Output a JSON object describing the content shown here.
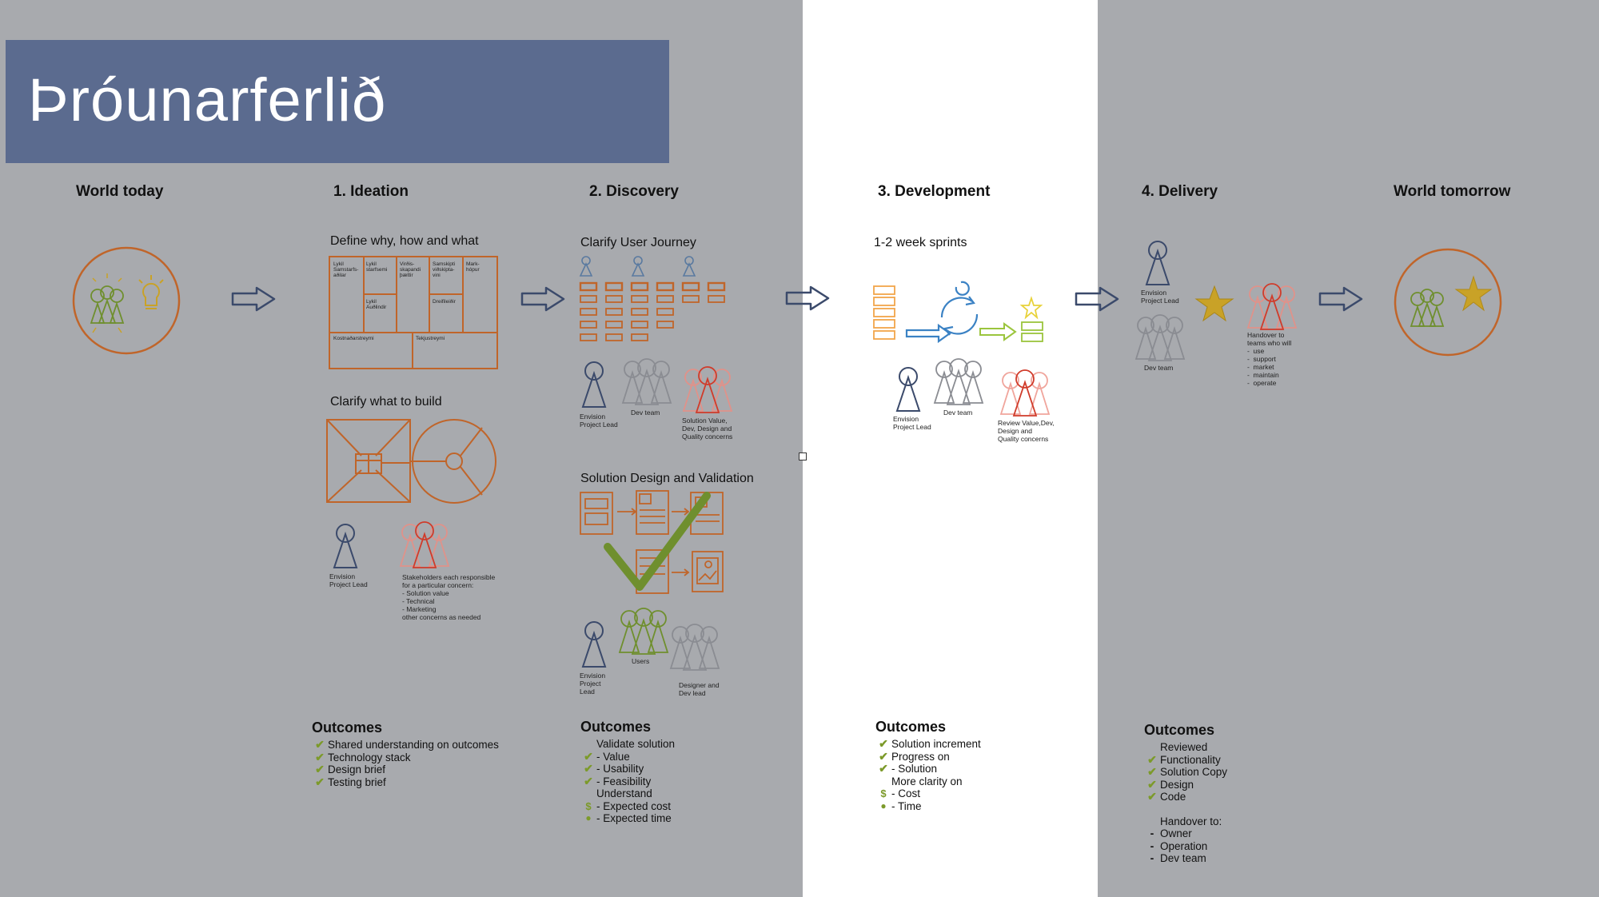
{
  "title": "Þróunarferlið",
  "stages": {
    "world_today": "World today",
    "ideation": "1. Ideation",
    "discovery": "2. Discovery",
    "development": "3. Development",
    "delivery": "4. Delivery",
    "world_tomorrow": "World tomorrow"
  },
  "ideation": {
    "define_title": "Define why, how and what",
    "canvas_cells": {
      "c1": "Lykil\nSamstarfs-\naðilar",
      "c2": "Lykil\nstarfsemi",
      "c3": "Virðis-\nskapandi\nþættir",
      "c4": "Samskipti\nviðskipta-\nvini",
      "c5": "Mark-\nhópur",
      "c6": "Lykil\nAuðlindir",
      "c7": "Dreifileiðir",
      "c8": "Kostnaðarstreymi",
      "c9": "Tekjustreymi"
    },
    "clarify_title": "Clarify what to build",
    "lead_label": "Envision\nProject Lead",
    "stakeholders_label": "Stakeholders each responsible\nfor a particular concern:\n- Solution value\n- Technical\n- Marketing\nother concerns as needed"
  },
  "discovery": {
    "journey_title": "Clarify User Journey",
    "lead_label": "Envision\nProject Lead",
    "dev_team_label": "Dev team",
    "solution_value_label": "Solution Value,\nDev, Design and\nQuality concerns",
    "design_title": "Solution Design and Validation",
    "lead_label2": "Envision\nProject\nLead",
    "users_label": "Users",
    "designer_label": "Designer and\nDev lead"
  },
  "development": {
    "sprints_title": "1-2 week sprints",
    "lead_label": "Envision\nProject Lead",
    "dev_team_label": "Dev team",
    "review_label": "Review Value,Dev,\nDesign and\nQuality concerns"
  },
  "delivery": {
    "lead_label": "Envision\nProject Lead",
    "dev_team_label": "Dev team",
    "handover_label": "Handover to\nteams who will\n-  use\n-  support\n-  market\n-  maintain\n-  operate"
  },
  "outcomes": {
    "ideation": {
      "title": "Outcomes",
      "items": [
        {
          "mark": "check",
          "text": "Shared understanding on outcomes"
        },
        {
          "mark": "check",
          "text": "Technology stack"
        },
        {
          "mark": "check",
          "text": "Design brief"
        },
        {
          "mark": "check",
          "text": "Testing brief"
        }
      ]
    },
    "discovery": {
      "title": "Outcomes",
      "items": [
        {
          "mark": "none",
          "text": "Validate solution"
        },
        {
          "mark": "check",
          "text": "- Value"
        },
        {
          "mark": "check",
          "text": "- Usability"
        },
        {
          "mark": "check",
          "text": "- Feasibility"
        },
        {
          "mark": "none",
          "text": "Understand"
        },
        {
          "mark": "dollar",
          "text": "- Expected cost"
        },
        {
          "mark": "clock",
          "text": "- Expected time"
        }
      ]
    },
    "development": {
      "title": "Outcomes",
      "items": [
        {
          "mark": "check",
          "text": "Solution increment"
        },
        {
          "mark": "check",
          "text": "Progress on"
        },
        {
          "mark": "check",
          "text": "- Solution"
        },
        {
          "mark": "none",
          "text": "More clarity on"
        },
        {
          "mark": "dollar",
          "text": "- Cost"
        },
        {
          "mark": "clock",
          "text": "- Time"
        }
      ]
    },
    "delivery": {
      "title": "Outcomes",
      "items": [
        {
          "mark": "none",
          "text": "Reviewed"
        },
        {
          "mark": "check",
          "text": "Functionality"
        },
        {
          "mark": "check",
          "text": "Solution Copy"
        },
        {
          "mark": "check",
          "text": "Design"
        },
        {
          "mark": "check",
          "text": "Code"
        },
        {
          "mark": "none",
          "text": ""
        },
        {
          "mark": "none",
          "text": "Handover to:"
        },
        {
          "mark": "dash",
          "text": "Owner"
        },
        {
          "mark": "dash",
          "text": "Operation"
        },
        {
          "mark": "dash",
          "text": "Dev team"
        }
      ]
    }
  },
  "colors": {
    "orange": "#c0652a",
    "navy": "#3b4a6b",
    "green": "#6f8f2e",
    "red": "#d03b2a",
    "grey": "#8a8c92",
    "gold": "#c9a227"
  }
}
